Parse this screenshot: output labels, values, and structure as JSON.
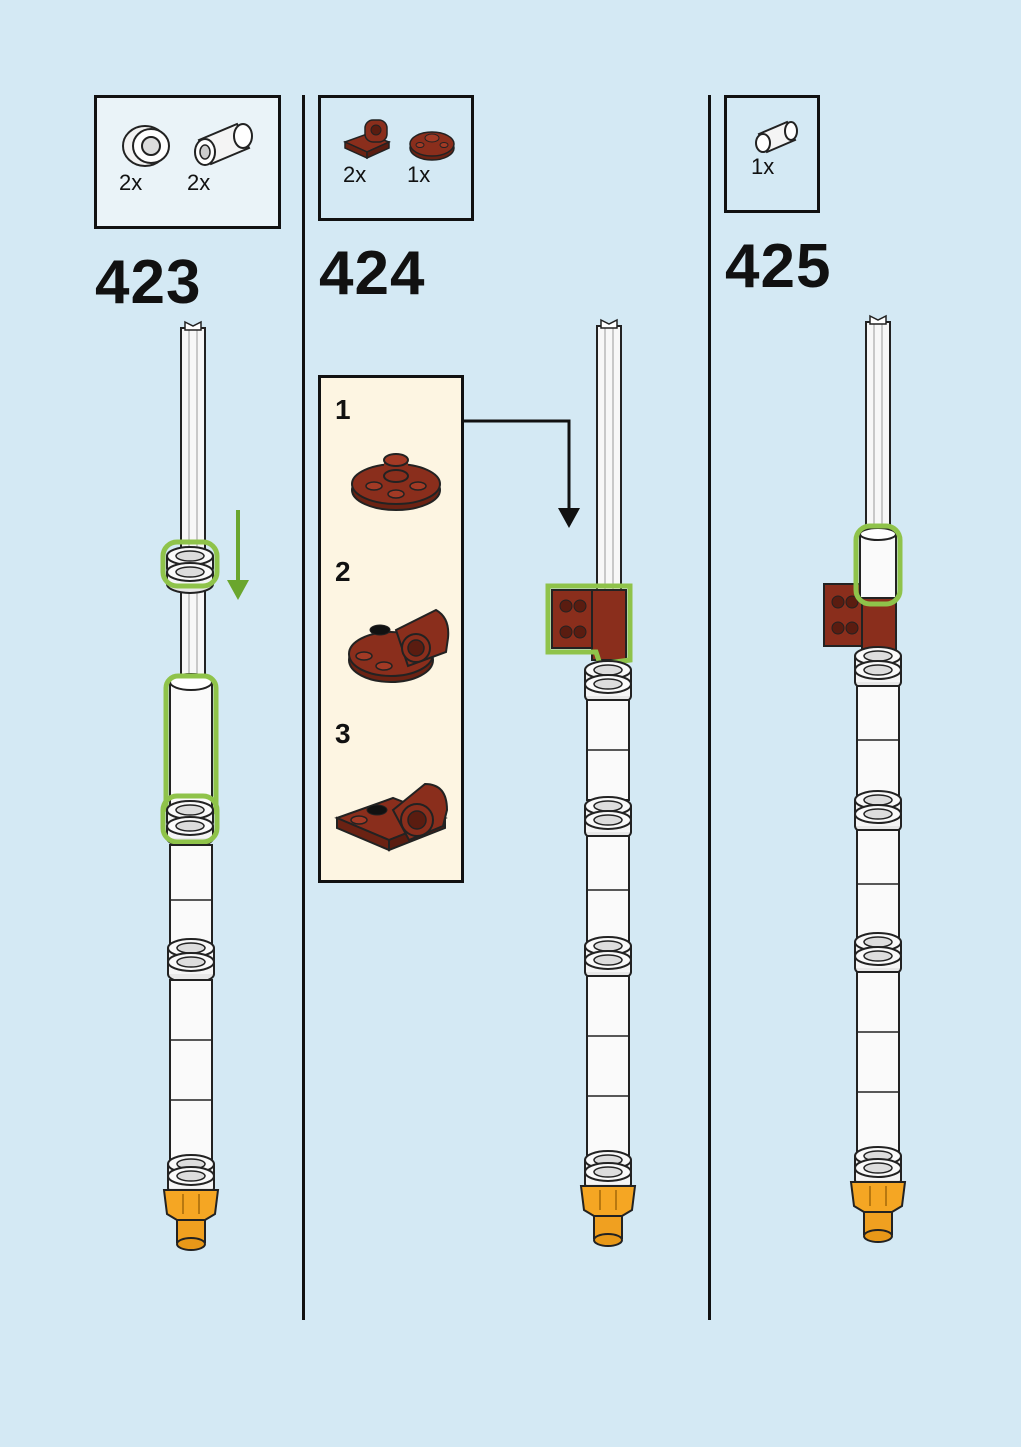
{
  "colors": {
    "background": "#d4e9f4",
    "highlight": "#8fc34a",
    "reddish_brown": "#8a2e1c",
    "bright_orange": "#f5a623",
    "callout_bg": "#fdf5e2"
  },
  "steps": [
    {
      "number": "423",
      "parts": [
        {
          "icon": "bushing-ring-icon",
          "qty": "2x"
        },
        {
          "icon": "pin-connector-icon",
          "qty": "2x"
        }
      ]
    },
    {
      "number": "424",
      "parts": [
        {
          "icon": "plate-bracket-icon",
          "qty": "2x"
        },
        {
          "icon": "round-plate-icon",
          "qty": "1x"
        }
      ],
      "substeps": [
        "1",
        "2",
        "3"
      ]
    },
    {
      "number": "425",
      "parts": [
        {
          "icon": "pin-connector-icon",
          "qty": "1x"
        }
      ]
    }
  ]
}
